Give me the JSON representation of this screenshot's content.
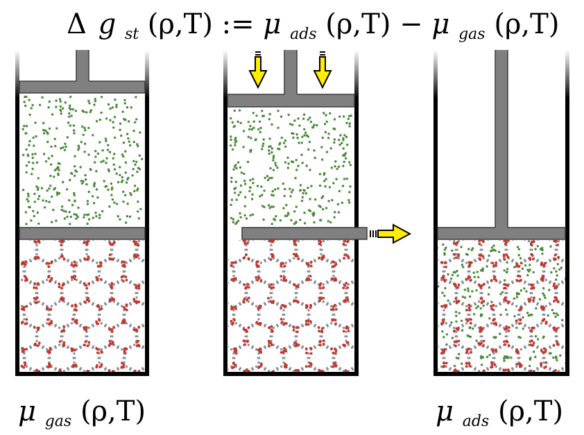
{
  "equation": {
    "delta": "Δ",
    "g": "g",
    "g_sub": "st",
    "args1": "(ρ,T)",
    "assign": ":=",
    "mu1": "μ",
    "mu1_sub": "ads",
    "args2": "(ρ,T)",
    "minus": "−",
    "mu2": "μ",
    "mu2_sub": "gas",
    "args3": "(ρ,T)"
  },
  "label_left": {
    "mu": "μ",
    "sub": "gas",
    "args": "(ρ,T)"
  },
  "label_right": {
    "mu": "μ",
    "sub": "ads",
    "args": "(ρ,T)"
  },
  "colors": {
    "wall": "#000000",
    "piston": "#808080",
    "piston_edge": "#3a3a3a",
    "gas_particle": "#4a8a3a",
    "framework_oxygen": "#c0392b",
    "framework_node": "#8a8fa0",
    "arrow_fill": "#ffee00",
    "arrow_edge": "#000000"
  },
  "icons": [
    "down-arrow-icon",
    "right-arrow-icon"
  ]
}
